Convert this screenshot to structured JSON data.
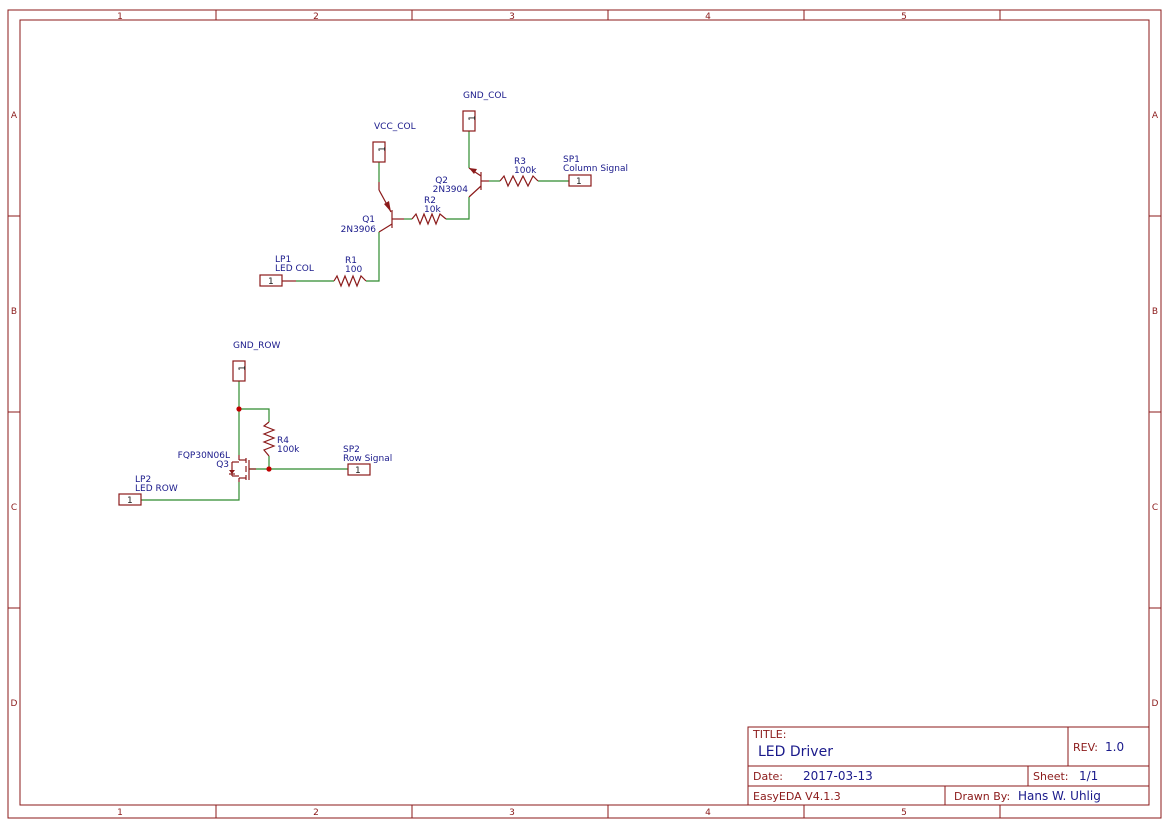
{
  "frame": {
    "columns": [
      "1",
      "2",
      "3",
      "4",
      "5"
    ],
    "rows": [
      "A",
      "B",
      "C",
      "D"
    ]
  },
  "components": {
    "vcc_col": {
      "name": "VCC_COL",
      "pin": "1"
    },
    "gnd_col": {
      "name": "GND_COL",
      "pin": "1"
    },
    "gnd_row": {
      "name": "GND_ROW",
      "pin": "1"
    },
    "q1": {
      "ref": "Q1",
      "value": "2N3906"
    },
    "q2": {
      "ref": "Q2",
      "value": "2N3904"
    },
    "q3": {
      "ref": "Q3",
      "value": "FQP30N06L"
    },
    "r1": {
      "ref": "R1",
      "value": "100"
    },
    "r2": {
      "ref": "R2",
      "value": "10k"
    },
    "r3": {
      "ref": "R3",
      "value": "100k"
    },
    "r4": {
      "ref": "R4",
      "value": "100k"
    },
    "lp1": {
      "ref": "LP1",
      "value": "LED COL",
      "pin": "1"
    },
    "lp2": {
      "ref": "LP2",
      "value": "LED ROW",
      "pin": "1"
    },
    "sp1": {
      "ref": "SP1",
      "value": "Column Signal",
      "pin": "1"
    },
    "sp2": {
      "ref": "SP2",
      "value": "Row Signal",
      "pin": "1"
    }
  },
  "title_block": {
    "title_caption": "TITLE:",
    "title": "LED Driver",
    "rev_caption": "REV:",
    "rev": "1.0",
    "date_caption": "Date:",
    "date": "2017-03-13",
    "sheet_caption": "Sheet:",
    "sheet": "1/1",
    "tool": "EasyEDA V4.1.3",
    "drawn_caption": "Drawn By:",
    "drawn_by": "Hans W. Uhlig"
  },
  "colors": {
    "frame": "#8b1a1a",
    "wire": "#2e8b2e",
    "label": "#1a1a8b",
    "junction": "#c00000"
  }
}
